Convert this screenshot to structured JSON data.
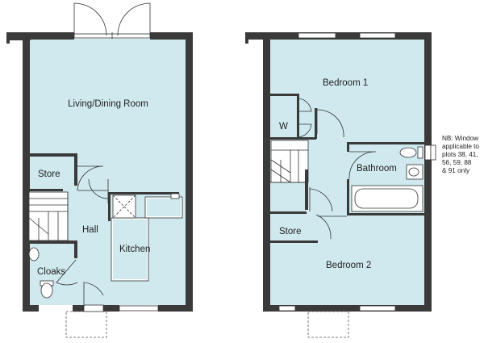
{
  "ground_floor": {
    "rooms": {
      "living_dining": "Living/Dining Room",
      "store": "Store",
      "hall": "Hall",
      "kitchen": "Kitchen",
      "cloaks": "Cloaks"
    }
  },
  "first_floor": {
    "rooms": {
      "bedroom1": "Bedroom 1",
      "wardrobe": "W",
      "bathroom": "Bathroom",
      "store": "Store",
      "bedroom2": "Bedroom 2"
    }
  },
  "note": {
    "lines": [
      "NB: Window",
      "applicable to",
      "plots 38, 41,",
      "56, 59, 88",
      "& 91 only"
    ]
  }
}
